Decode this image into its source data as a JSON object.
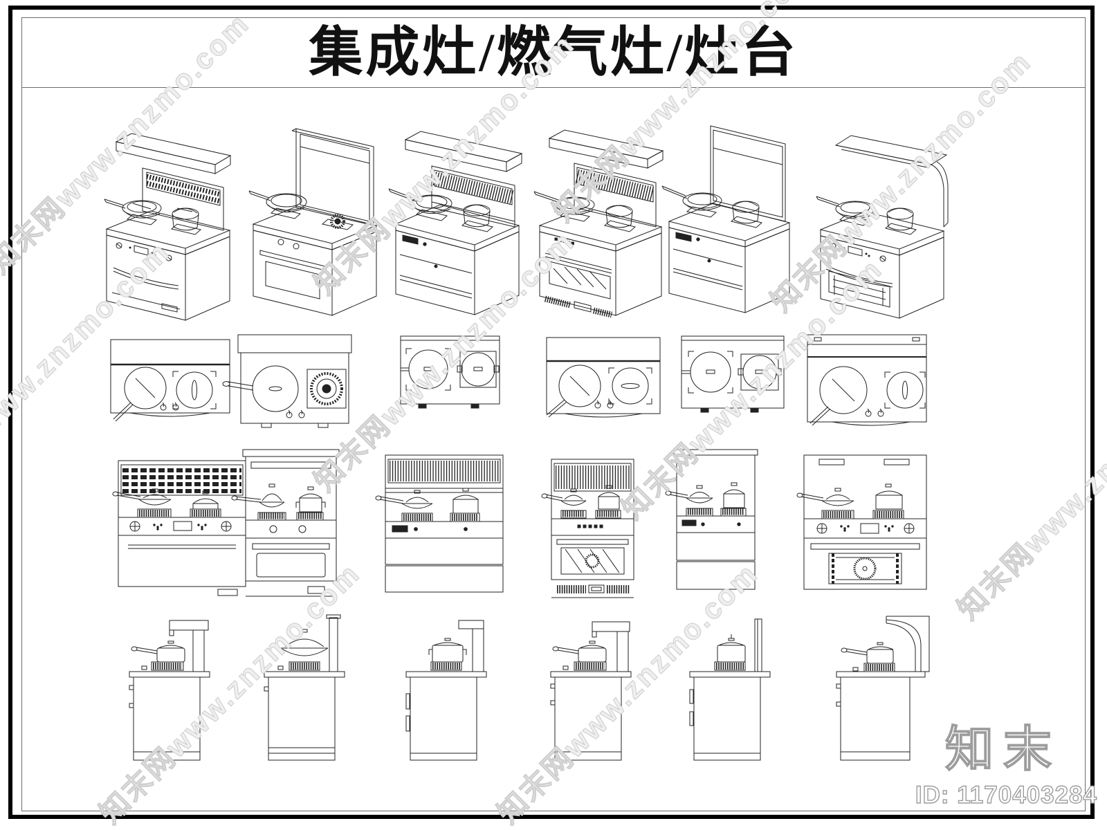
{
  "page": {
    "title": "集成灶/燃气灶/灶台"
  },
  "watermark": {
    "text": "知末网www.znzmo.com"
  },
  "footer": {
    "logo": "知末",
    "id_label": "ID: 1170403284"
  },
  "figures": {
    "rows": [
      {
        "name": "isometric-views",
        "items": [
          "integrated-stove-iso-hood-oven",
          "integrated-stove-iso-glass-backsplash",
          "integrated-stove-iso-hood-drawers",
          "integrated-stove-iso-hood-grill-oven",
          "integrated-stove-iso-plain-backsplash-drawers",
          "integrated-stove-iso-curved-canopy-oven"
        ]
      },
      {
        "name": "top-views",
        "items": [
          "cooktop-top-pan-pot",
          "cooktop-top-pan-gas-burner",
          "cooktop-top-pan-pot-compact",
          "cooktop-top-pan-pot-band",
          "cooktop-top-pan-pot-ears",
          "cooktop-top-pan-pot-wide"
        ]
      },
      {
        "name": "front-views",
        "items": [
          "stove-front-slat-hood-oven",
          "stove-front-glass-oven-window",
          "stove-front-grille-drawers",
          "stove-front-grille-steam-oven",
          "stove-front-plain-drawers",
          "stove-front-fan-oven"
        ]
      },
      {
        "name": "side-views",
        "items": [
          "stove-side-l-duct-pot",
          "stove-side-thin-duct-wok",
          "stove-side-capped-duct-pot",
          "stove-side-l-duct-handled-pot",
          "stove-side-panel-pot",
          "stove-side-curved-hood-pot"
        ]
      }
    ]
  }
}
